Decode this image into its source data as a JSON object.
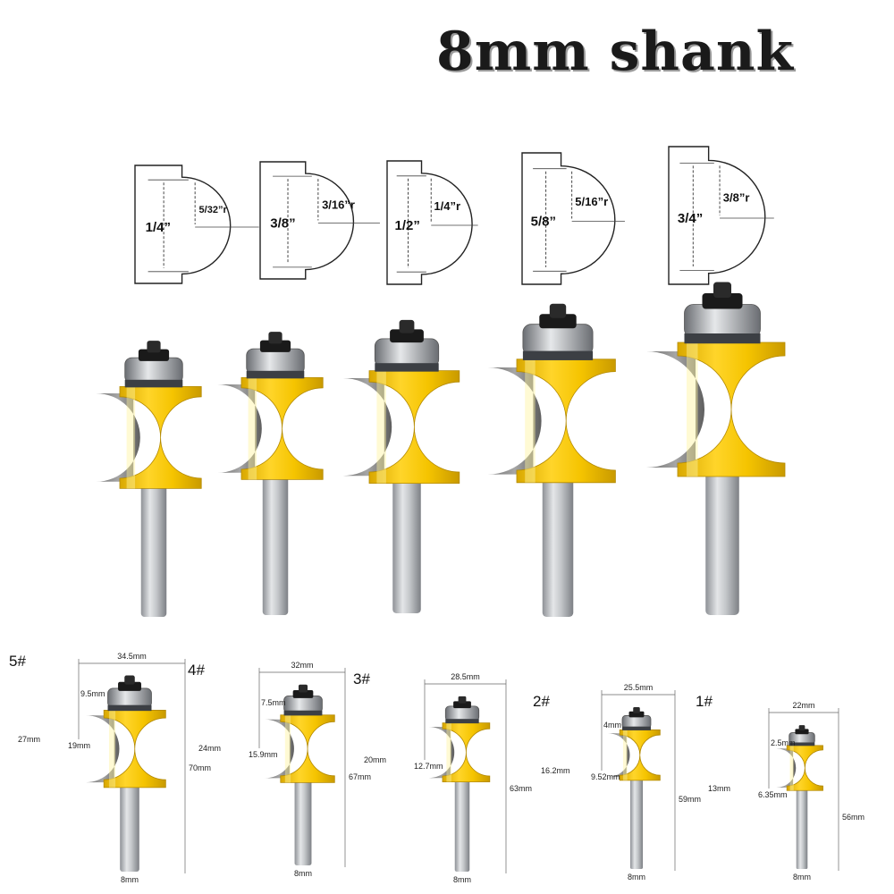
{
  "title": "8mm shank",
  "profiles": [
    {
      "total": "1/4”",
      "radius": "5/32”r"
    },
    {
      "total": "3/8”",
      "radius": "3/16”r"
    },
    {
      "total": "1/2”",
      "radius": "1/4”r"
    },
    {
      "total": "5/8”",
      "radius": "5/16”r"
    },
    {
      "total": "3/4”",
      "radius": "3/8”r"
    }
  ],
  "bits": [
    {
      "number": "5#",
      "diameter": "34.5mm",
      "bearing_gap": "9.5mm",
      "height": "27mm",
      "profile": "19mm",
      "overall": "70mm",
      "shank": "8mm"
    },
    {
      "number": "4#",
      "diameter": "32mm",
      "bearing_gap": "7.5mm",
      "height": "24mm",
      "profile": "15.9mm",
      "overall": "67mm",
      "shank": "8mm"
    },
    {
      "number": "3#",
      "diameter": "28.5mm",
      "bearing_gap": "",
      "height": "20mm",
      "profile": "12.7mm",
      "overall": "63mm",
      "shank": "8mm"
    },
    {
      "number": "2#",
      "diameter": "25.5mm",
      "bearing_gap": "4mm",
      "height": "16.2mm",
      "profile": "9.52mm",
      "overall": "59mm",
      "shank": "8mm"
    },
    {
      "number": "1#",
      "diameter": "22mm",
      "bearing_gap": "2.5mm",
      "height": "13mm",
      "profile": "6.35mm",
      "overall": "56mm",
      "shank": "8mm"
    }
  ],
  "colors": {
    "body": "#f5c400",
    "steel": "#b9bcc0",
    "carbide": "#8a8a8a",
    "nut": "#1a1a1a"
  }
}
